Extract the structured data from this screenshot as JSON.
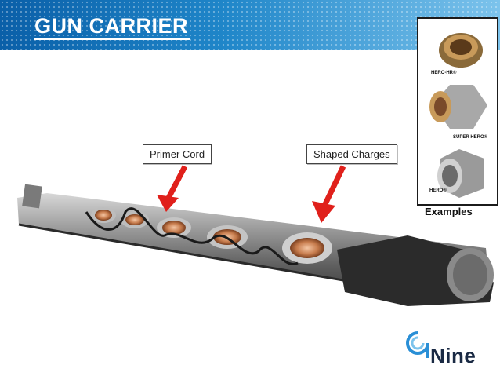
{
  "slide": {
    "title": "GUN CARRIER",
    "callouts": {
      "primer_cord": "Primer Cord",
      "shaped_charges": "Shaped Charges"
    },
    "examples": {
      "label": "Examples",
      "items": [
        "HERO-HR®",
        "SUPER HERO®",
        "HERO®"
      ]
    },
    "logo": {
      "text": "Nine"
    },
    "colors": {
      "header_start": "#0a5fa8",
      "header_end": "#7cc3ec",
      "arrow": "#e0201b",
      "logo_blue": "#2a8fd6"
    }
  }
}
